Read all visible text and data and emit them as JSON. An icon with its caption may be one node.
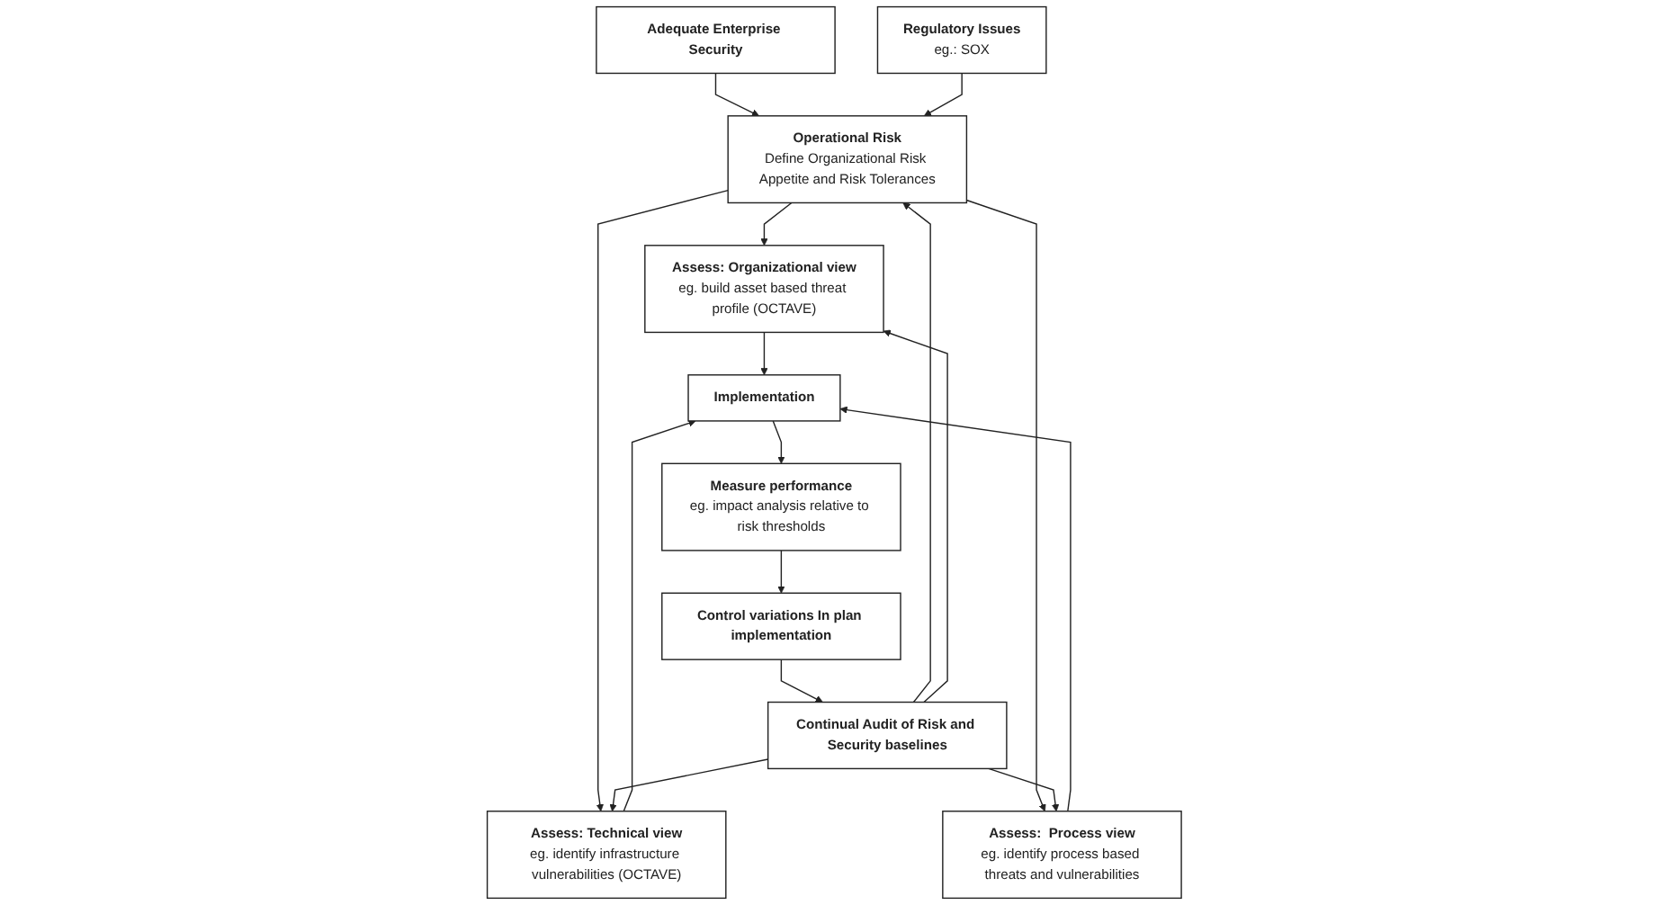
{
  "diagram": {
    "nodes": [
      {
        "text": [
          "Adequate Enterprise Security"
        ]
      },
      {
        "text": [
          "Regulatory Issues",
          "eg.: SOX"
        ]
      },
      {
        "text": [
          "Operational Risk",
          "Define Organizational Risk Appetite and Risk Tolerances"
        ]
      },
      {
        "text": [
          "Assess: Organizational view",
          "eg. build asset based threat profile (OCTAVE)"
        ]
      },
      {
        "text": [
          "Assess: Technical view",
          "eg. identify infrastructure vulnerabilities (OCTAVE)"
        ]
      },
      {
        "text": [
          "Assess:  Process view",
          "eg. identify process based threats and vulnerabilities"
        ]
      },
      {
        "text": [
          "Implementation"
        ]
      },
      {
        "text": [
          "Measure performance",
          "eg. impact analysis relative to risk thresholds"
        ]
      },
      {
        "text": [
          "Control variations In plan implementation"
        ]
      },
      {
        "text": [
          "Continual Audit of Risk and Security baselines"
        ]
      }
    ],
    "edges": [
      {
        "from": 0,
        "to": 2,
        "arrow": "to"
      },
      {
        "from": 1,
        "to": 2,
        "arrow": "to"
      },
      {
        "from": 2,
        "to": 3,
        "arrow": "to"
      },
      {
        "from": 2,
        "to": 4,
        "arrow": "to"
      },
      {
        "from": 2,
        "to": 5,
        "arrow": "to"
      },
      {
        "from": 3,
        "to": 6,
        "arrow": "to"
      },
      {
        "from": 4,
        "to": 6,
        "arrow": "to"
      },
      {
        "from": 5,
        "to": 6,
        "arrow": "to"
      },
      {
        "from": 6,
        "to": 7,
        "arrow": "to"
      },
      {
        "from": 7,
        "to": 8,
        "arrow": "to"
      },
      {
        "from": 8,
        "to": 9,
        "arrow": "to"
      },
      {
        "from": 9,
        "to": 2,
        "arrow": "to"
      },
      {
        "from": 9,
        "to": 3,
        "arrow": "to"
      },
      {
        "from": 9,
        "to": 4,
        "arrow": "to"
      },
      {
        "from": 9,
        "to": 5,
        "arrow": "to"
      }
    ]
  }
}
